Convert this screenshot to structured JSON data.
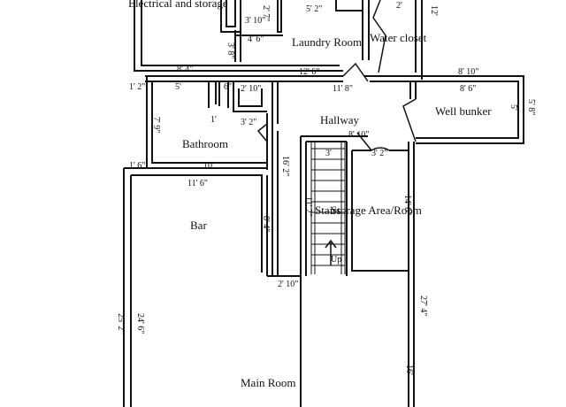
{
  "rooms": {
    "electrical": "Electrical and storage",
    "laundry": "Laundry Room",
    "water_closet": "Water closet",
    "hallway": "Hallway",
    "well_bunker": "Well bunker",
    "bathroom": "Bathroom",
    "bar": "Bar",
    "storage": "Storage Area/Room",
    "stairs": "Stairs",
    "main_room": "Main Room",
    "up": "Up"
  },
  "dimensions": {
    "d_3_10": "3' 10\"",
    "d_5_2": "5' 2\"",
    "d_2_top": "2'",
    "d_12_top": "12'",
    "d_2_7": "2' 7\"",
    "d_4_6": "4' 6\"",
    "d_3_8": "3' 8\"",
    "d_8_4_top": "8' 4\"",
    "d_12_6": "12' 6\"",
    "d_8_10_right": "8' 10\"",
    "d_1_2a": "1' 2\"",
    "d_5": "5'",
    "d_6": "6\"",
    "d_2_10a": "2' 10\"",
    "d_11_8": "11' 8\"",
    "d_8_6": "8' 6\"",
    "d_5_8": "5' 8\"",
    "d_5_small": "5'",
    "d_7_9": "7' 9\"",
    "d_1": "1'",
    "d_3_2a": "3' 2\"",
    "d_8_10_hall": "8' 10\"",
    "d_3": "3'",
    "d_3_2b": "3' 2\"",
    "d_1_6": "1' 6\"",
    "d_10": "10'",
    "d_16_2": "16' 2\"",
    "d_11_6": "11' 6\"",
    "d_11_2": "11' 2\"",
    "d_14_8": "14' 8\"",
    "d_8_4_bar": "8' 4\"",
    "d_2_10b": "2' 10\"",
    "d_25_2": "25' 2\"",
    "d_24_6": "24' 6\"",
    "d_27_4": "27' 4\"",
    "d_16": "16'"
  }
}
